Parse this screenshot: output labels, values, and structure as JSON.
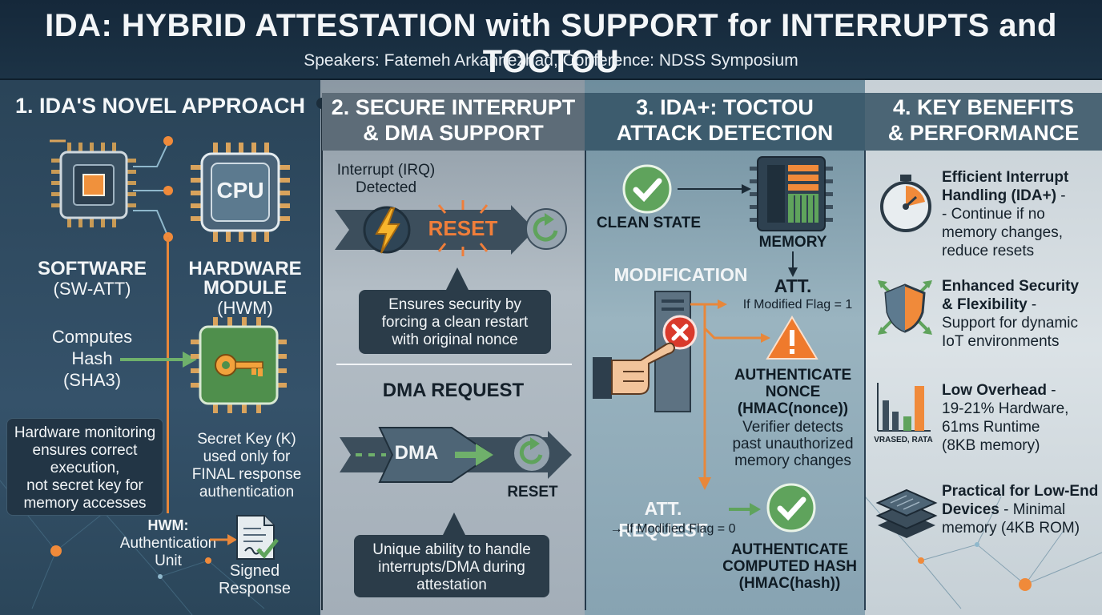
{
  "header": {
    "title": "IDA: HYBRID ATTESTATION with SUPPORT for INTERRUPTS and TOCTOU",
    "speakers": "Speakers: Fatemeh Arkannezhad, Conference: NDSS Symposium"
  },
  "panel1": {
    "heading": "1. IDA'S NOVEL APPROACH",
    "cpu_label": "CPU",
    "software_title": "SOFTWARE",
    "software_sub": "(SW-ATT)",
    "hardware_title_1": "HARDWARE",
    "hardware_title_2": "MODULE",
    "hardware_sub": "(HWM)",
    "computes_1": "Computes",
    "computes_2": "Hash",
    "computes_3": "(SHA3)",
    "monitor_1": "Hardware monitoring",
    "monitor_2": "ensures correct",
    "monitor_3": "execution,",
    "monitor_4": "not secret key for",
    "monitor_5": "memory accesses",
    "secret_1": "Secret Key (K)",
    "secret_2": "used only for",
    "secret_3": "FINAL response",
    "secret_4": "authentication",
    "hwm_auth_1": "HWM:",
    "hwm_auth_2": "Authentication",
    "hwm_auth_3": "Unit",
    "signed_1": "Signed",
    "signed_2": "Response"
  },
  "panel2": {
    "heading_1": "2. SECURE INTERRUPT",
    "heading_2": "& DMA SUPPORT",
    "irq_1": "Interrupt (IRQ)",
    "irq_2": "Detected",
    "reset_label": "RESET",
    "callout1_1": "Ensures security by",
    "callout1_2": "forcing a clean restart",
    "callout1_3": "with original nonce",
    "dma_request": "DMA REQUEST",
    "dma_label": "DMA",
    "dma_reset": "RESET",
    "callout2_1": "Unique ability to handle",
    "callout2_2": "interrupts/DMA during",
    "callout2_3": "attestation"
  },
  "panel3": {
    "heading_1": "3. IDA+: TOCTOU",
    "heading_2": "ATTACK DETECTION",
    "clean_state": "CLEAN STATE",
    "memory": "MEMORY",
    "modification": "MODIFICATION",
    "att": "ATT.",
    "if_flag_1": "If Modified Flag = 1",
    "auth_nonce_1": "AUTHENTICATE",
    "auth_nonce_2": "NONCE",
    "auth_nonce_3": "(HMAC(nonce))",
    "verifier_1": "Verifier detects",
    "verifier_2": "past unauthorized",
    "verifier_3": "memory changes",
    "att_request": "ATT. REQUEST",
    "if_flag_0": "→ If Modified Flag = 0",
    "auth_hash_1": "AUTHENTICATE",
    "auth_hash_2": "COMPUTED HASH",
    "auth_hash_3": "(HMAC(hash))"
  },
  "panel4": {
    "heading_1": "4. KEY BENEFITS",
    "heading_2": "& PERFORMANCE",
    "b1_title_1": "Efficient Interrupt",
    "b1_title_2": "Handling (IDA+)",
    "b1_dash": " -",
    "b1_text_1": "- Continue if no",
    "b1_text_2": "memory changes,",
    "b1_text_3": "reduce resets",
    "b2_title_1": "Enhanced Security",
    "b2_title_2": "& Flexibility",
    "b2_dash": " -",
    "b2_text_1": "Support for dynamic",
    "b2_text_2": "IoT environments",
    "b3_title": "Low Overhead",
    "b3_dash": " -",
    "b3_text_1": "19-21% Hardware,",
    "b3_text_2": "61ms Runtime",
    "b3_text_3": "(8KB memory)",
    "b3_chart_label": "VRASED, RATA",
    "b4_title_1": "Practical for Low-End",
    "b4_title_2": "Devices",
    "b4_text_1": " - Minimal",
    "b4_text_2": "memory (4KB ROM)"
  },
  "colors": {
    "accent_orange": "#e8873a",
    "accent_green": "#5fa35c",
    "reset_orange": "#e66a2c"
  }
}
